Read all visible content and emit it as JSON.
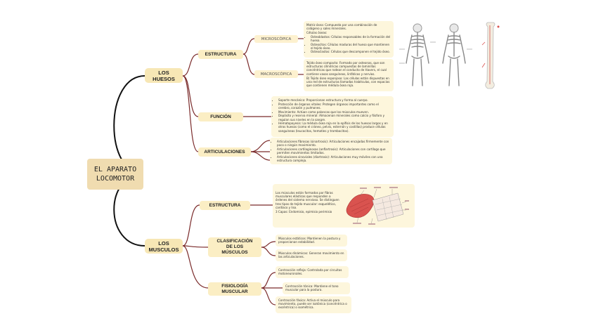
{
  "root": {
    "title": "EL APARATO\nLOCOMOTOR"
  },
  "huesos": {
    "title": "LOS\nHUESOS",
    "estructura": {
      "title": "ESTRUCTURA",
      "microscopica": {
        "title": "MICROSCÓPICA",
        "intro": "Matriz ósea: Compuesta por una combinación de colágeno y sales minerales.",
        "cells_title": "Células óseas:",
        "cells": [
          "Osteoblastos: Células responsables de la formación del hueso.",
          "Osteocitos: Células maduras del hueso que mantienen el tejido óseo.",
          "Osteoclastos: Células que descomponen el tejido óseo."
        ]
      },
      "macroscopica": {
        "title": "MACROSCÓPICA",
        "paragraphs": [
          "Tejido óseo compacto: Formado por osteonas, que son estructuras cilíndricas compuestas de laminillas concéntricas que rodean el conducto de Havers, el cual contiene vasos sanguíneos, linfáticos y nervios.",
          "B) Tejido óseo esponjoso: Las células están dispuestas en una red de estructuras llamadas trabéculas, con espacios que contienen médula ósea roja."
        ]
      }
    },
    "funcion": {
      "title": "FUNCIÓN",
      "items": [
        "Soporte mecánico: Proporcionan estructura y forma al cuerpo.",
        "Protección de órganos vitales: Protegen órganos importantes como el cerebro, corazón y pulmones.",
        "Movimiento: Actúan como palancas que los músculos mueven.",
        "Depósito y reserva mineral: Almacenan minerales como calcio y fósforo y regulan sus niveles en la sangre.",
        "Hematopoyesis: La médula ósea roja en la epífisis de los huesos largos y en otros huesos (como el cráneo, pelvis, esternón y costillas) produce células sanguíneas (leucocitos, hematíes y trombocitos)."
      ]
    },
    "articulaciones": {
      "title": "ARTICULACIONES",
      "items": [
        "Articulaciones fibrosas (sinartrosis): Articulaciones encajadas firmemente con poco o ningún movimiento.",
        "Articulaciones cartilaginosas (anfiartrosis): Articulaciones con cartílago que permiten movimientos limitados.",
        "Articulaciones sinoviales (diartrosis): Articulaciones muy móviles con una estructura compleja."
      ]
    }
  },
  "musculos": {
    "title": "LOS\nMUSCULOS",
    "estructura": {
      "title": "ESTRUCTURA",
      "text": "Los músculos están formados por fibras musculares elásticas que responden a órdenes del sistema nervioso. Se distinguen tres tipos de tejido muscular: esquelético, cardíaco y liso.",
      "extra": "3 Capas: Endomisio, epimisio perimisio"
    },
    "clasificacion": {
      "title": "CLASIFICACIÓN\nDE LOS\nMÚSCULOS",
      "items": [
        "Músculos estáticos: Mantienen la postura y proporcionan estabilidad.",
        "Músculos dinámicos: Generan movimiento en las articulaciones."
      ]
    },
    "fisiologia": {
      "title": "FISIOLOGÍA\nMUSCULAR",
      "items": [
        "Contracción refleja: Controlada por circuitos motoneuronales.",
        "Contracción tónica: Mantiene el tono muscular para la postura.",
        "Contracción fásica: Activa el músculo para movimiento, puede ser isotónica (concéntrica o excéntrica) o isométrica."
      ]
    }
  },
  "colors": {
    "main_line": "#111111",
    "branch_line": "#7a2a2a",
    "node": "#f7e7b5",
    "box": "#fdf6dc",
    "muscle": "#d9534f"
  }
}
